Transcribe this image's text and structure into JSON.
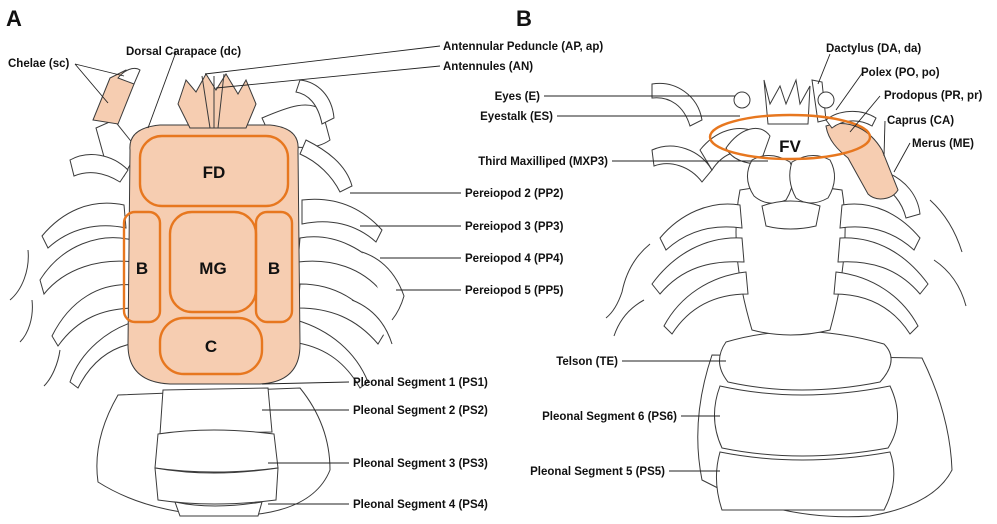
{
  "panels": {
    "a": "A",
    "b": "B"
  },
  "colors": {
    "highlight_fill": "#f6cdb1",
    "highlight_stroke": "#e7771f",
    "line": "#3a3a3a"
  },
  "panel_a": {
    "regions": {
      "fd": "FD",
      "b_left": "B",
      "mg": "MG",
      "b_right": "B",
      "c": "C"
    },
    "labels": {
      "chelae": "Chelae (sc)",
      "dorsal_carapace": "Dorsal Carapace (dc)",
      "antennular_peduncle": "Antennular Peduncle (AP, ap)",
      "antennules": "Antennules (AN)",
      "pp2": "Pereiopod 2 (PP2)",
      "pp3": "Pereiopod 3 (PP3)",
      "pp4": "Pereiopod 4 (PP4)",
      "pp5": "Pereiopod 5 (PP5)",
      "ps1": "Pleonal Segment 1 (PS1)",
      "ps2": "Pleonal Segment 2 (PS2)",
      "ps3": "Pleonal Segment 3 (PS3)",
      "ps4": "Pleonal Segment 4 (PS4)"
    }
  },
  "panel_b": {
    "regions": {
      "fv": "FV"
    },
    "labels": {
      "eyes": "Eyes (E)",
      "eyestalk": "Eyestalk (ES)",
      "mxp3": "Third Maxilliped (MXP3)",
      "dactylus": "Dactylus (DA, da)",
      "polex": "Polex (PO, po)",
      "prodopus": "Prodopus (PR, pr)",
      "caprus": "Caprus (CA)",
      "merus": "Merus (ME)",
      "telson": "Telson (TE)",
      "ps6": "Pleonal Segment 6 (PS6)",
      "ps5": "Pleonal Segment 5 (PS5)"
    }
  }
}
